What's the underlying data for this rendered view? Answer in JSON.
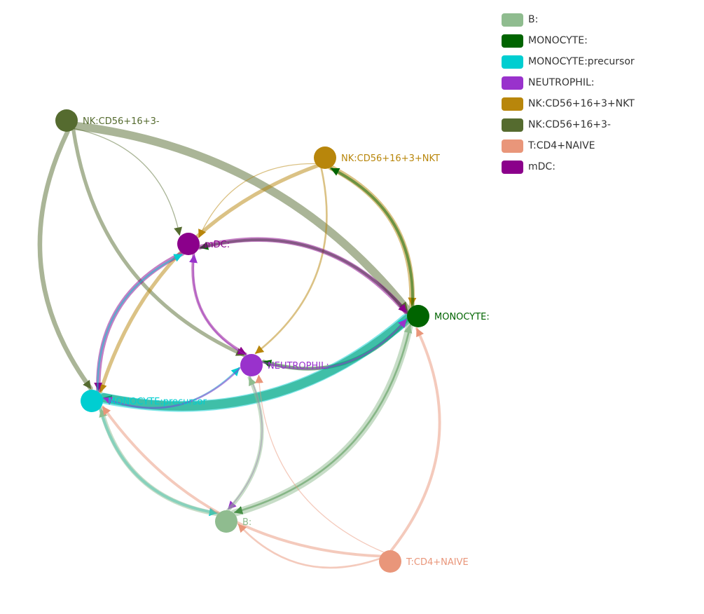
{
  "legend": [
    {
      "name": "B:",
      "color": "#8fbc8f"
    },
    {
      "name": "MONOCYTE:",
      "color": "#006400"
    },
    {
      "name": "MONOCYTE:precursor",
      "color": "#00ced1"
    },
    {
      "name": "NEUTROPHIL:",
      "color": "#9932cc"
    },
    {
      "name": "NK:CD56+16+3+NKT",
      "color": "#b8860b"
    },
    {
      "name": "NK:CD56+16+3-",
      "color": "#556b2f"
    },
    {
      "name": "T:CD4+NAIVE",
      "color": "#e9967a"
    },
    {
      "name": "mDC:",
      "color": "#8b008b"
    }
  ],
  "nodes": [
    {
      "id": "nk3neg",
      "label": "NK:CD56+16+3-",
      "color": "#556b2f",
      "label_color": "#556b2f"
    },
    {
      "id": "nkt",
      "label": "NK:CD56+16+3+NKT",
      "color": "#b8860b",
      "label_color": "#b8860b"
    },
    {
      "id": "mdc",
      "label": "mDC:",
      "color": "#8b008b",
      "label_color": "#8b008b"
    },
    {
      "id": "mono",
      "label": "MONOCYTE:",
      "color": "#006400",
      "label_color": "#006400"
    },
    {
      "id": "neut",
      "label": "NEUTROPHIL:",
      "color": "#9932cc",
      "label_color": "#9932cc"
    },
    {
      "id": "monop",
      "label": "MONOCYTE:precursor",
      "color": "#00ced1",
      "label_color": "#00ced1"
    },
    {
      "id": "b",
      "label": "B:",
      "color": "#8fbc8f",
      "label_color": "#8fbc8f"
    },
    {
      "id": "tcd4",
      "label": "T:CD4+NAIVE",
      "color": "#e9967a",
      "label_color": "#e9967a"
    }
  ],
  "edges": [
    {
      "source": "nk3neg",
      "target": "mono",
      "weight": 9
    },
    {
      "source": "nk3neg",
      "target": "monop",
      "weight": 5
    },
    {
      "source": "nk3neg",
      "target": "mdc",
      "weight": 1
    },
    {
      "source": "nk3neg",
      "target": "neut",
      "weight": 4
    },
    {
      "source": "nkt",
      "target": "mono",
      "weight": 6
    },
    {
      "source": "nkt",
      "target": "mdc",
      "weight": 1
    },
    {
      "source": "nkt",
      "target": "monop",
      "weight": 4
    },
    {
      "source": "nkt",
      "target": "neut",
      "weight": 2
    },
    {
      "source": "mono",
      "target": "nkt",
      "weight": 3
    },
    {
      "source": "mono",
      "target": "mdc",
      "weight": 3
    },
    {
      "source": "mono",
      "target": "neut",
      "weight": 4
    },
    {
      "source": "mono",
      "target": "monop",
      "weight": 10
    },
    {
      "source": "mono",
      "target": "b",
      "weight": 2
    },
    {
      "source": "mdc",
      "target": "mono",
      "weight": 5
    },
    {
      "source": "mdc",
      "target": "neut",
      "weight": 3
    },
    {
      "source": "mdc",
      "target": "monop",
      "weight": 5
    },
    {
      "source": "monop",
      "target": "mono",
      "weight": 12
    },
    {
      "source": "monop",
      "target": "mdc",
      "weight": 2
    },
    {
      "source": "monop",
      "target": "neut",
      "weight": 2
    },
    {
      "source": "monop",
      "target": "b",
      "weight": 3
    },
    {
      "source": "neut",
      "target": "mdc",
      "weight": 1
    },
    {
      "source": "neut",
      "target": "mono",
      "weight": 2
    },
    {
      "source": "neut",
      "target": "monop",
      "weight": 2
    },
    {
      "source": "neut",
      "target": "b",
      "weight": 1
    },
    {
      "source": "b",
      "target": "mono",
      "weight": 8
    },
    {
      "source": "b",
      "target": "neut",
      "weight": 4
    },
    {
      "source": "b",
      "target": "monop",
      "weight": 5
    },
    {
      "source": "tcd4",
      "target": "mono",
      "weight": 3
    },
    {
      "source": "tcd4",
      "target": "neut",
      "weight": 1
    },
    {
      "source": "tcd4",
      "target": "b",
      "weight": 2
    },
    {
      "source": "tcd4",
      "target": "monop",
      "weight": 3
    }
  ]
}
